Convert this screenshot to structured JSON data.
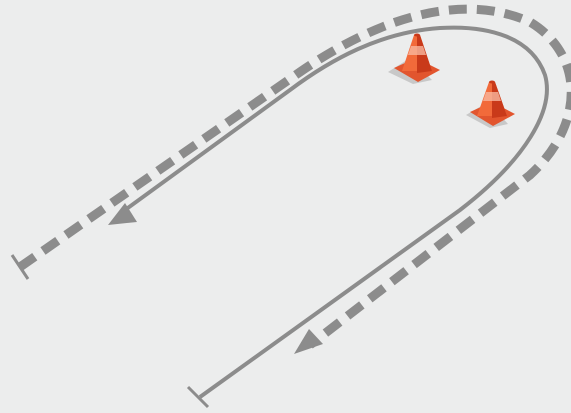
{
  "colors": {
    "background": "#eceded",
    "path": "#8c8c8c",
    "cone_light": "#f26a3a",
    "cone_dark": "#c93a1a",
    "cone_stripe": "#f7b79e",
    "cone_base": "#e2552e",
    "shadow": "#c8c8c8"
  },
  "paths": [
    {
      "id": "outer-dashed-path",
      "style": "dashed"
    },
    {
      "id": "inner-solid-path",
      "style": "solid"
    }
  ],
  "cones": [
    {
      "id": "traffic-cone-1"
    },
    {
      "id": "traffic-cone-2"
    }
  ]
}
